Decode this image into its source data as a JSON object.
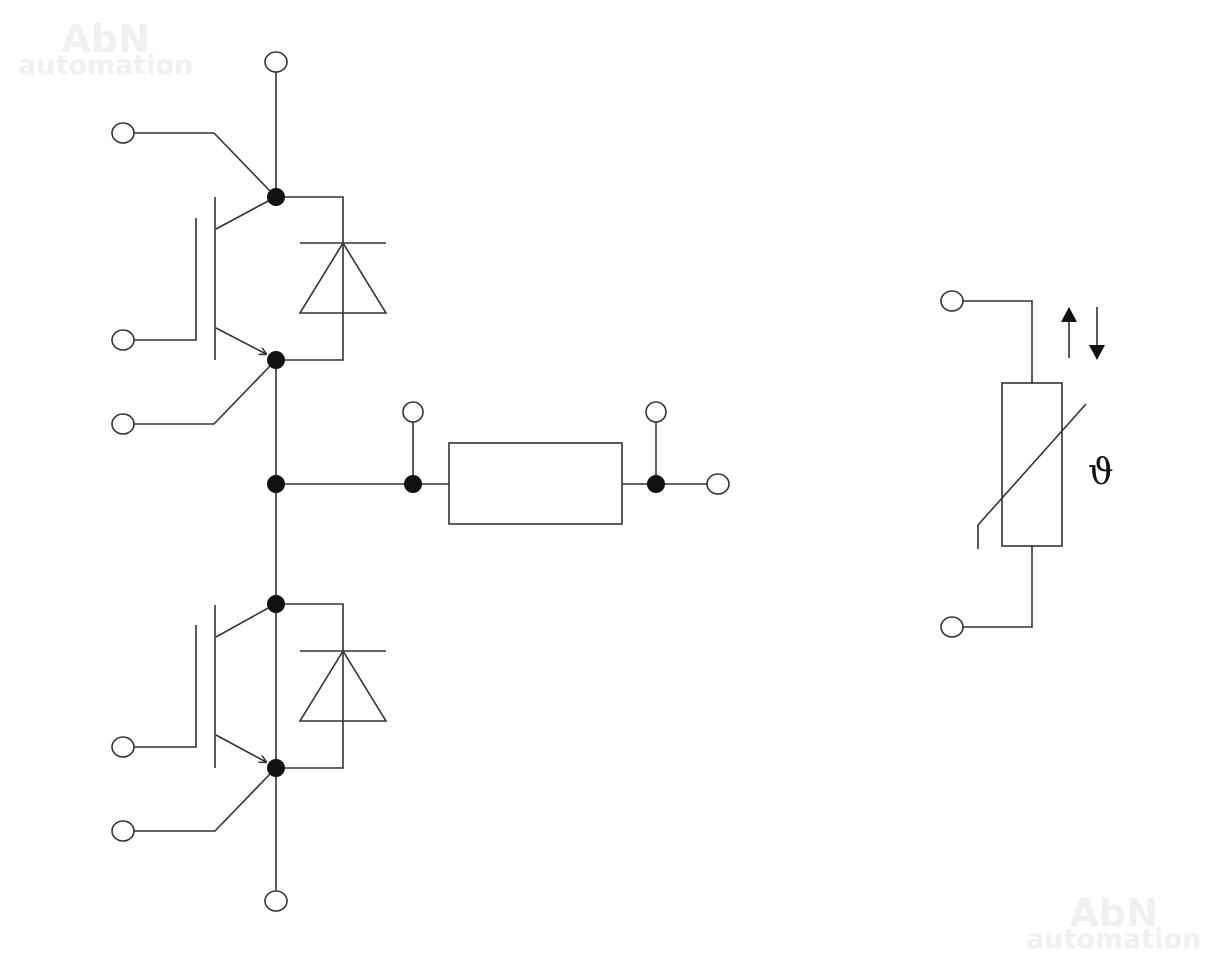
{
  "watermarks": [
    {
      "line1": "AbN",
      "line2": "automation"
    },
    {
      "line1": "AbN",
      "line2": "automation"
    }
  ],
  "thermistor": {
    "symbol": "ϑ"
  },
  "colors": {
    "wire": "#333333",
    "node": "#111111",
    "watermark": "#f0f0f0"
  }
}
